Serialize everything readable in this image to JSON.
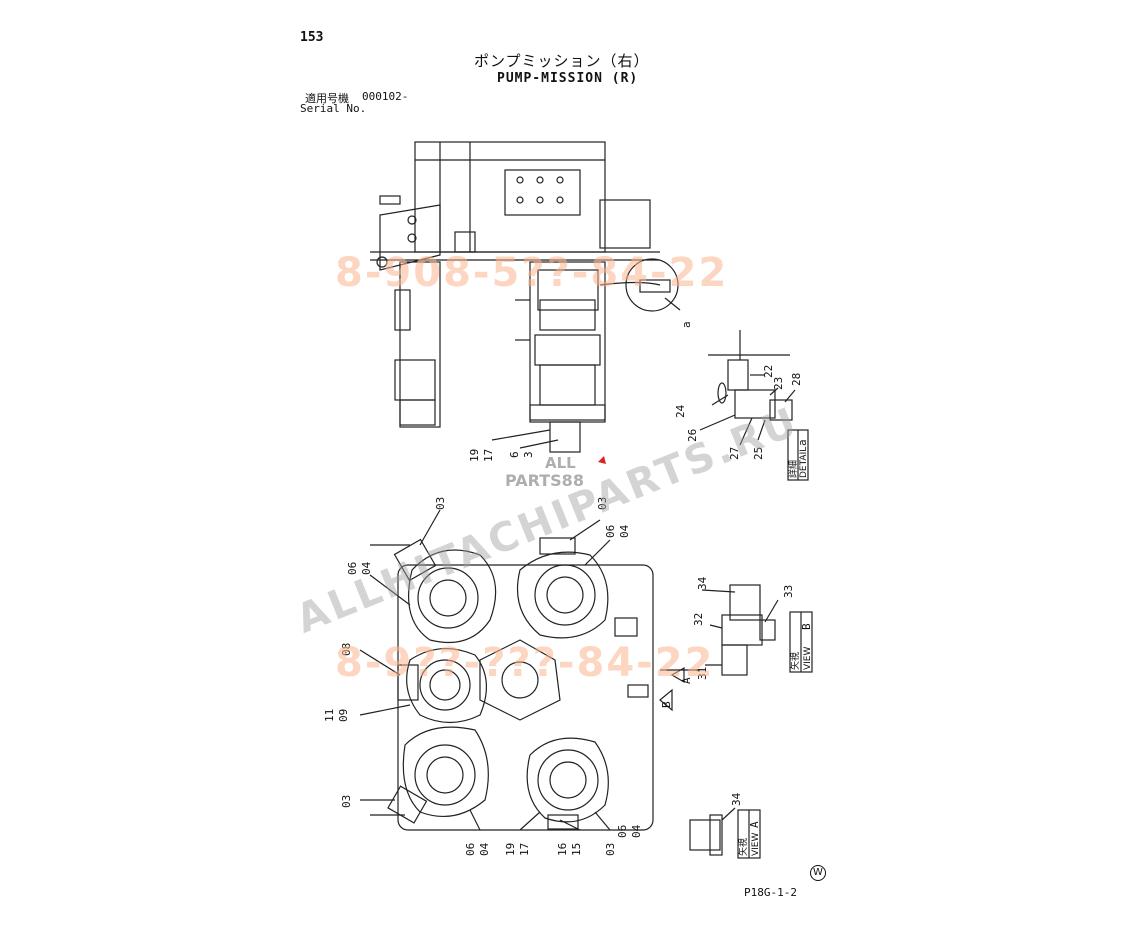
{
  "header": {
    "page_number": "153",
    "title_jp": "ポンプミッション（右）",
    "title_en": "PUMP-MISSION (R)",
    "serial_label_jp": "適用号機",
    "serial_label_en": "Serial No.",
    "serial_value": "000102-"
  },
  "footer": {
    "drawing_code": "P18G-1-2",
    "mark": "W"
  },
  "watermarks": {
    "phone_top": "8-908-5??-84-22",
    "site": "ALLHITACHIPARTS.RU",
    "phone_bottom": "8-9??-???-84-22",
    "logo_top": "ALL",
    "logo_bottom": "PARTS88"
  },
  "views": {
    "detail_a": {
      "jp": "詳細",
      "en": "DETAIL",
      "letter": "a"
    },
    "view_b": {
      "jp": "矢視",
      "en": "VIEW",
      "letter": "B"
    },
    "view_a": {
      "jp": "矢視",
      "en": "VIEW",
      "letter": "A"
    }
  },
  "callouts": {
    "top_view": {
      "c19": "19",
      "c17": "17",
      "c6": "6",
      "c3": "3",
      "ca": "a"
    },
    "detail_a": {
      "c22": "22",
      "c23": "23",
      "c28": "28",
      "c24": "24",
      "c26": "26",
      "c27": "27",
      "c25": "25"
    },
    "bottom_view": {
      "tl_03": "03",
      "tl_06": "06",
      "tl_04": "04",
      "tr_03": "03",
      "tr_06": "06",
      "tr_04": "04",
      "ml_08": "08",
      "ml_11": "11",
      "ml_09": "09",
      "bl_03": "03",
      "bl_06": "06",
      "bl_04": "04",
      "bm_19": "19",
      "bm_17": "17",
      "bm_16": "16",
      "bm_15": "15",
      "br_03": "03",
      "br_06": "06",
      "br_04": "04",
      "arrow_a": "A",
      "arrow_b": "B"
    },
    "view_b": {
      "c34": "34",
      "c33": "33",
      "c32": "32",
      "c31": "31"
    },
    "view_a": {
      "c34": "34"
    }
  }
}
